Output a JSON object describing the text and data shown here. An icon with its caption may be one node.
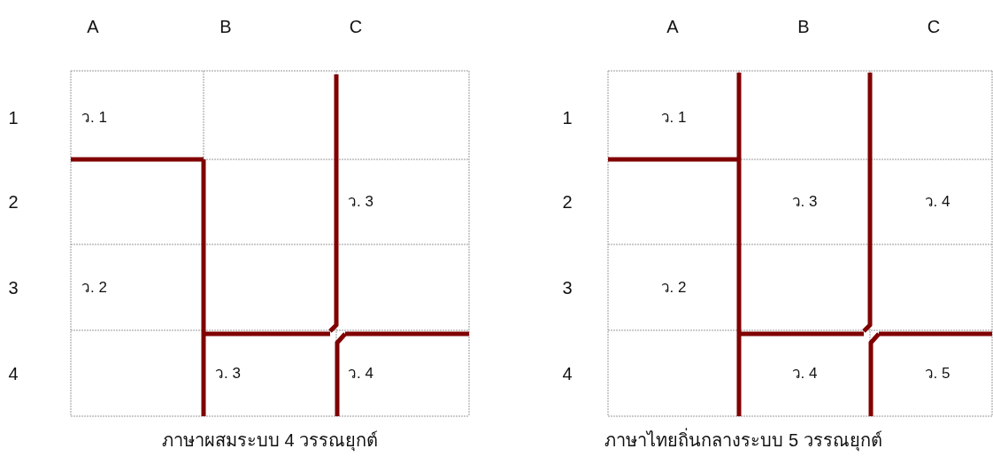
{
  "diagram": {
    "labels": [
      "A",
      "B",
      "C",
      "A",
      "B",
      "C",
      "1",
      "ว. 1",
      "1",
      "ว. 1",
      "2",
      "ว. 3",
      "2",
      "ว. 3",
      "ว. 4",
      "3",
      "ว. 2",
      "3",
      "ว. 2",
      "4",
      "ว. 3",
      "ว. 4",
      "4",
      "ว. 4",
      "ว. 5",
      "ภาษาผสมระบบ 4 วรรณยุกต์",
      "ภาษาไทยถิ่นกลางระบบ 5 วรรณยุกต์"
    ]
  }
}
